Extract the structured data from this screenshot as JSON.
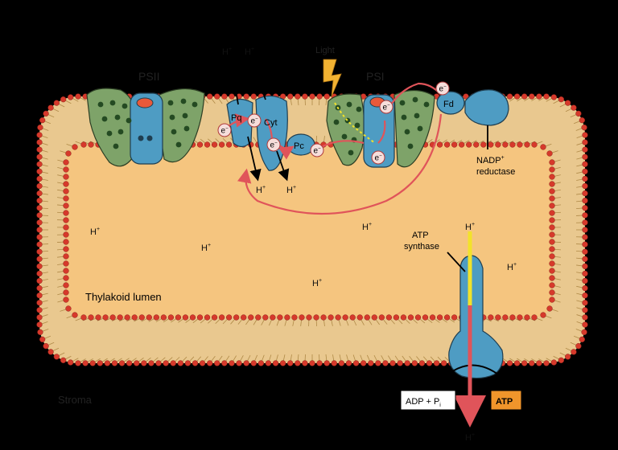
{
  "labels": {
    "psii": "PSII",
    "psi": "PSI",
    "light": "Light",
    "pq": "Pq",
    "cyt": "Cyt",
    "pc": "Pc",
    "fd": "Fd",
    "electron": "e",
    "electron_sup": "−",
    "h": "H",
    "h_sup": "+",
    "nadp_reductase_line1": "NADP",
    "nadp_sup": "+",
    "nadp_reductase_line2": "reductase",
    "atp_synthase_line1": "ATP",
    "atp_synthase_line2": "synthase",
    "thylakoid_lumen": "Thylakoid lumen",
    "stroma": "Stroma",
    "adp_main": "ADP + P",
    "adp_sub": "i",
    "atp": "ATP"
  },
  "colors": {
    "background": "#000000",
    "lumen": "#f5c57f",
    "membrane_band": "#e9c88f",
    "phospholipid_head": "#d6392b",
    "psii_green": "#7ea369",
    "protein_blue": "#4e9cc3",
    "electron_path": "#e0545a",
    "light_bolt": "#f2b232",
    "atp_badge": "#f0952b"
  }
}
